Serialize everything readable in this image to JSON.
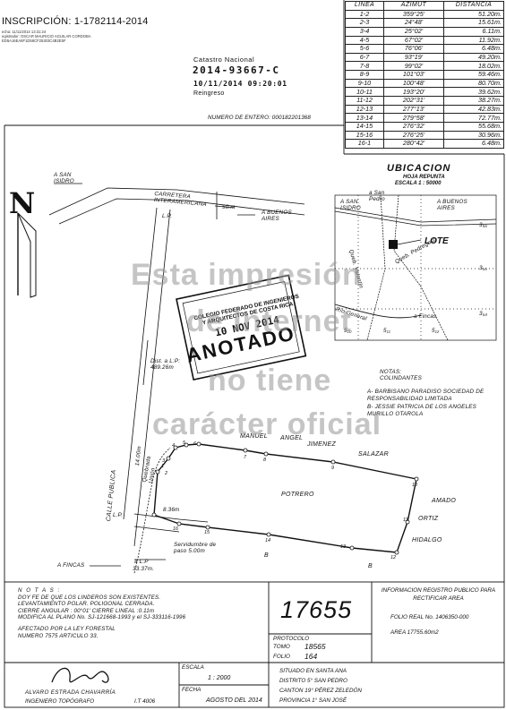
{
  "header": {
    "inscription": "INSCRIPCIÓN: 1-1782114-2014",
    "stamp_lines": [
      "echa:        11/11/2014 13:31:24",
      "egistrador: OSCAR MAURICIO AGUILAR CORDOBA",
      "ED5A16EA8F1D58CF25303C4B2E5F"
    ],
    "catastro_label": "Catastro Nacional",
    "catastro_number": "2014-93667-C",
    "catastro_datetime": "10/11/2014 09:20:01",
    "catastro_status": "Reingreso",
    "entry_number": "NUMERO DE ENTERO: 000182201368"
  },
  "bearing_table": {
    "headers": [
      "LINEA",
      "AZIMUT",
      "DISTANCIA"
    ],
    "rows": [
      [
        "1-2",
        "359°25'",
        "51.20m."
      ],
      [
        "2-3",
        "24°48'",
        "15.61m."
      ],
      [
        "3-4",
        "25°02'",
        "6.11m."
      ],
      [
        "4-5",
        "67°02'",
        "11.92m."
      ],
      [
        "5-6",
        "76°06'",
        "6.48m."
      ],
      [
        "6-7",
        "93°19'",
        "49.20m."
      ],
      [
        "7-8",
        "99°02'",
        "18.02m."
      ],
      [
        "8-9",
        "101°03'",
        "59.46m."
      ],
      [
        "9-10",
        "100°48'",
        "80.70m."
      ],
      [
        "10-11",
        "193°20'",
        "39.62m."
      ],
      [
        "11-12",
        "202°31'",
        "38.27m."
      ],
      [
        "12-13",
        "277°13'",
        "42.83m."
      ],
      [
        "13-14",
        "279°58'",
        "72.77m."
      ],
      [
        "14-15",
        "276°32'",
        "55.68m."
      ],
      [
        "15-16",
        "276°25'",
        "30.96m."
      ],
      [
        "16-1",
        "280°42'",
        "6.48m."
      ]
    ]
  },
  "location": {
    "title": "UBICACION",
    "sheet": "HOJA REPUNTA",
    "scale": "ESCALA 1 : 50000",
    "labels": {
      "san_pedro": "a San Pedro",
      "san_isidro": "A SAN ISIDRO",
      "buenos_aires": "A BUENOS AIRES",
      "lote": "LOTE",
      "queb_valentin": "Queb. Valentín",
      "queb_pedregoso": "Queb. Pedregoso",
      "rio_general": "Río General",
      "a_fincas": "a Fincas",
      "grid_356": "3₅₆",
      "grid_355": "3₅₅",
      "grid_354": "3₅₄",
      "grid_510": "5₁₀",
      "grid_511": "5₁₁",
      "grid_512": "5₁₂"
    }
  },
  "colindantes": {
    "title": "NOTAS: COLINDANTES",
    "a": "A- BARBISANO PARADISO SOCIEDAD DE RESPONSABILIDAD LIMITADA",
    "b": "B- JESSIE PATRICIA DE LOS ANGELES MURILLO OTAROLA"
  },
  "plan": {
    "north": "N",
    "a_san_isidro": "A SAN ISIDRO",
    "carretera": "CARRETERA INTERAMERICANA",
    "dist_50": "50.m",
    "a_buenos_aires": "A BUENOS AIRES",
    "lp": "L.P.",
    "dist_lp": "Dist. a L:P: 489.26m",
    "calle_publica": "CALLE PUBLICA",
    "width_14": "14.00m",
    "quebrada": "Quebrada Unión",
    "w_836": "8.36m",
    "servidumbre": "Servidumbre de paso 5.00m",
    "a_fincas": "A FINCAS",
    "a_lp": "a L.P",
    "dist_3337": "33.37m.",
    "manuel": "MANUEL",
    "angel": "ANGEL",
    "jimenez": "JIMENEZ",
    "salazar": "SALAZAR",
    "amado": "AMADO",
    "ortiz": "ORTIZ",
    "hidalgo": "HIDALGO",
    "potrero": "POTRERO",
    "b1": "B",
    "b2": "B",
    "points": [
      "1",
      "2",
      "3",
      "4",
      "5",
      "6",
      "7",
      "8",
      "9",
      "10",
      "11",
      "12",
      "13",
      "14",
      "15",
      "16"
    ]
  },
  "seal": {
    "line1": "COLEGIO FEDERADO DE INGENIEROS",
    "line2": "Y ARQUITECTOS DE COSTA RICA",
    "date": "10 NOV 2014",
    "status": "ANOTADO"
  },
  "watermark": [
    "Esta impresión",
    "de Internet",
    "no tiene",
    "carácter oficial"
  ],
  "notes": {
    "title": "N O T A S :",
    "lines": [
      "DOY FE DE QUE LOS LINDEROS  SON EXISTENTES.",
      "LEVANTAMIENTO POLAR. POLIGONAL CERRADA.",
      "CIERRE  ANGULAR : 00°01'  CIERRE LINEAL :0.11m",
      "MODIFICA AL PLANO No. SJ-121668-1993 y el SJ-333116-1996",
      "",
      "AFECTADO POR LA LEY FORESTAL",
      "NUMERO 7575 ARTICULO 33."
    ]
  },
  "plan_number": "17655",
  "protocolo": {
    "label": "PROTOCOLO",
    "tomo_label": "TOMO",
    "tomo": "18565",
    "folio_label": "FOLIO",
    "folio": "164"
  },
  "registry": {
    "title": "INFORMACION REGISTRO PUBLICO PARA RECTIFICAR AREA",
    "folio_real": "FOLIO REAL No. 1406350-000",
    "area": "AREA  17755.60m2"
  },
  "signature": {
    "name": "ALVARO ESTRADA CHAVARRÍA",
    "title": "INGENIERO TOPÓGRAFO",
    "code": "I.T 4006"
  },
  "escala": {
    "label": "ESCALA",
    "value": "1 : 2000"
  },
  "fecha": {
    "label": "FECHA",
    "value": "AGOSTO DEL 2014"
  },
  "situado": {
    "lines": [
      "SITUADO EN SANTA ANA",
      "DISTRITO 5° SAN PEDRO",
      "CANTON 19° PÉREZ ZELEDÓN",
      "PROVINCIA 1° SAN JOSÉ"
    ]
  }
}
